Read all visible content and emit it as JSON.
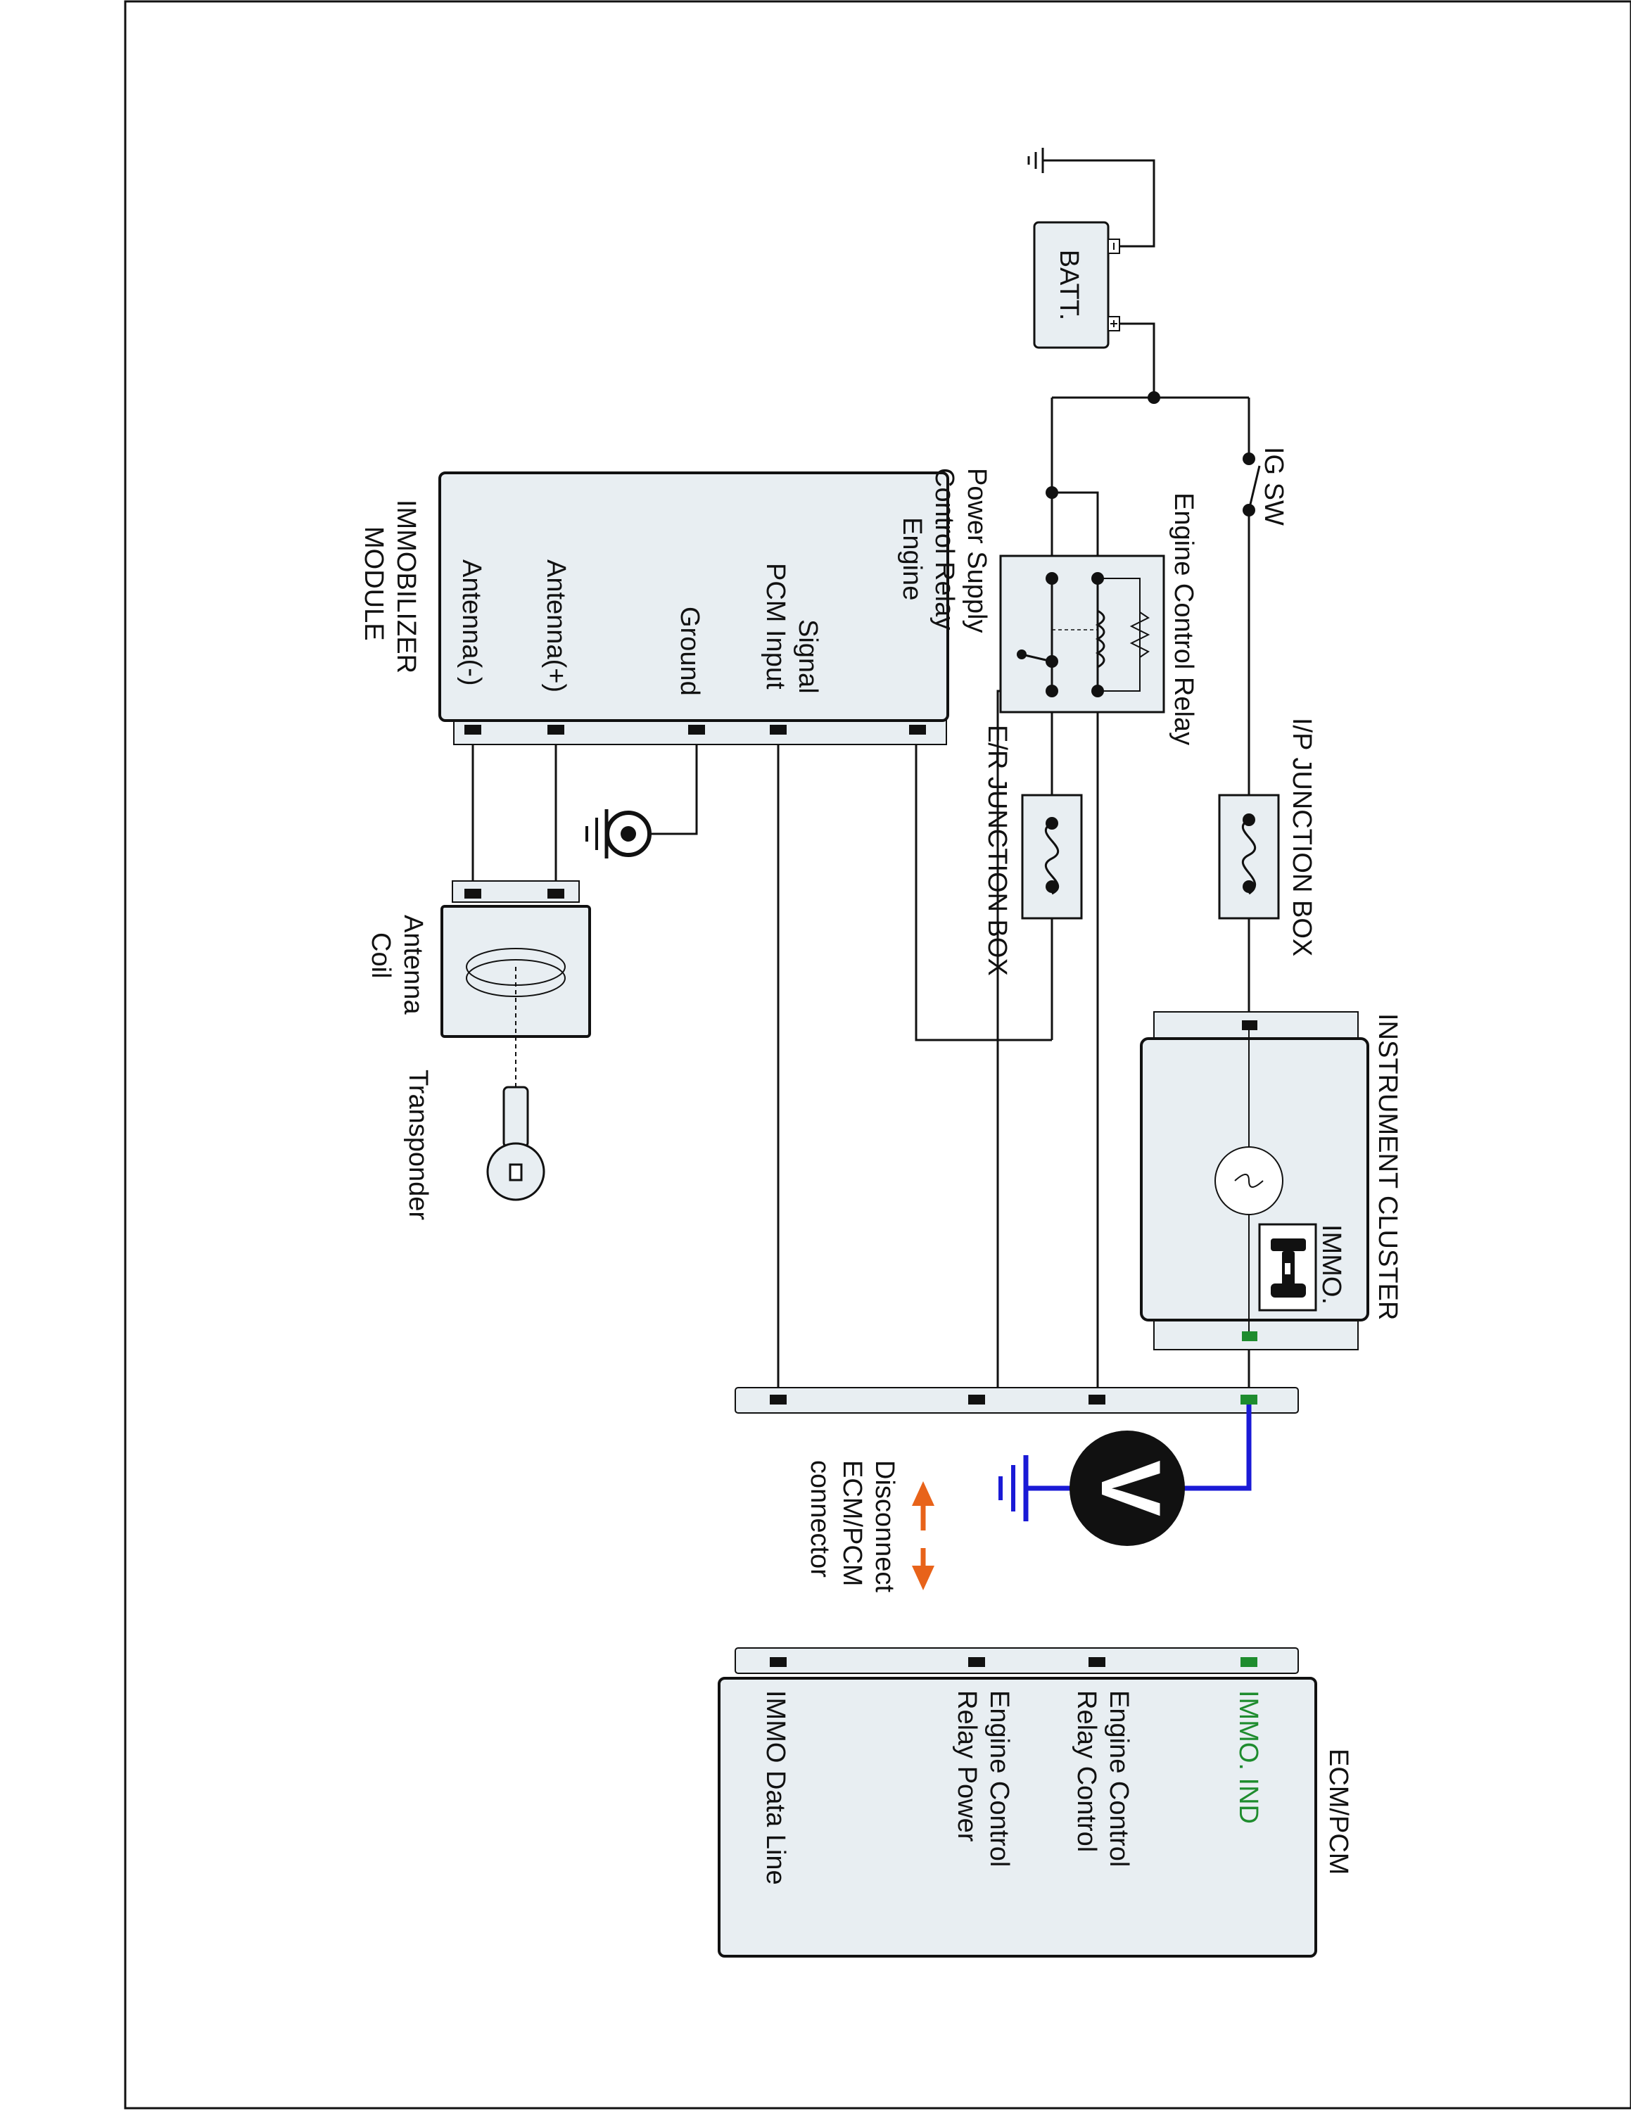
{
  "components": {
    "battery": "BATT.",
    "ig_switch": "IG SW",
    "engine_control_relay": "Engine Control Relay",
    "ip_junction_box": "I/P JUNCTION BOX",
    "er_junction_box": "E/R JUNCTION BOX",
    "instrument_cluster": "INSTRUMENT CLUSTER",
    "immo_indicator": "IMMO.",
    "immobilizer_module": [
      "IMMOBILIZER",
      "MODULE"
    ],
    "antenna_coil": [
      "Antenna",
      "Coil"
    ],
    "transponder": "Transponder",
    "ecm_pcm": "ECM/PCM",
    "voltmeter": "V"
  },
  "immobilizer_pins": [
    [
      "Engine",
      "Control Relay",
      "Power Supply"
    ],
    [
      "PCM Input",
      "Signal"
    ],
    [
      "Ground"
    ],
    [
      "Antenna(+)"
    ],
    [
      "Antenna(-)"
    ]
  ],
  "ecm_pins": [
    [
      "IMMO. IND"
    ],
    [
      "Engine Control",
      "Relay Control"
    ],
    [
      "Engine Control",
      "Relay Power"
    ],
    [
      "IMMO Data Line"
    ]
  ],
  "disconnect_note": [
    "Disconnect",
    "ECM/PCM",
    "connector"
  ],
  "colors": {
    "wire": "#111111",
    "meter_wire": "#1a1ad6",
    "highlight_pin": "#1e8c2e",
    "arrow": "#e8631a",
    "panel_fill": "#e8eef2"
  }
}
